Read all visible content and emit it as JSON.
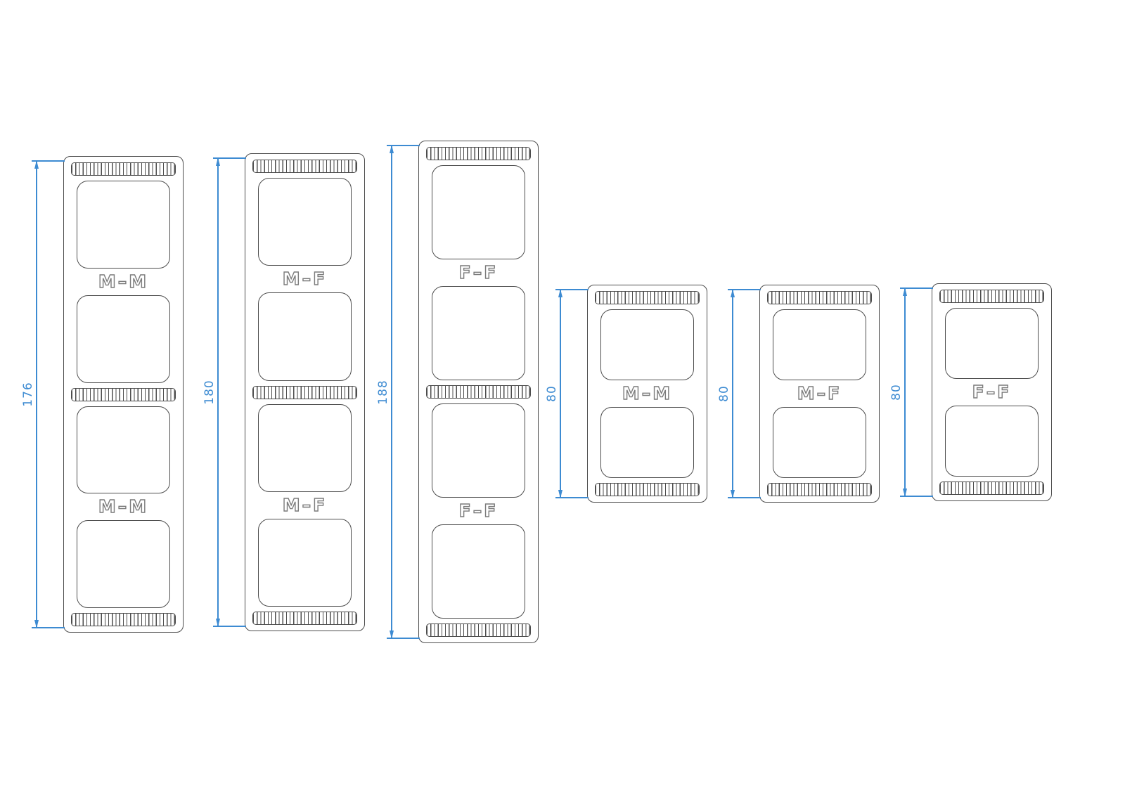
{
  "drawing": {
    "colors": {
      "line": "#4d4d4d",
      "dimension": "#3d8bd2",
      "background": "#ffffff"
    },
    "parts": [
      {
        "name": "coupler-mm-double",
        "labels": [
          "M–M",
          "M–M"
        ],
        "dimension": "176"
      },
      {
        "name": "coupler-mf-double",
        "labels": [
          "M–F",
          "M–F"
        ],
        "dimension": "180"
      },
      {
        "name": "coupler-ff-double",
        "labels": [
          "F–F",
          "F–F"
        ],
        "dimension": "188"
      },
      {
        "name": "coupler-mm-single",
        "labels": [
          "M–M"
        ],
        "dimension": "80"
      },
      {
        "name": "coupler-mf-single",
        "labels": [
          "M–F"
        ],
        "dimension": "80"
      },
      {
        "name": "coupler-ff-single",
        "labels": [
          "F–F"
        ],
        "dimension": "80"
      }
    ]
  }
}
